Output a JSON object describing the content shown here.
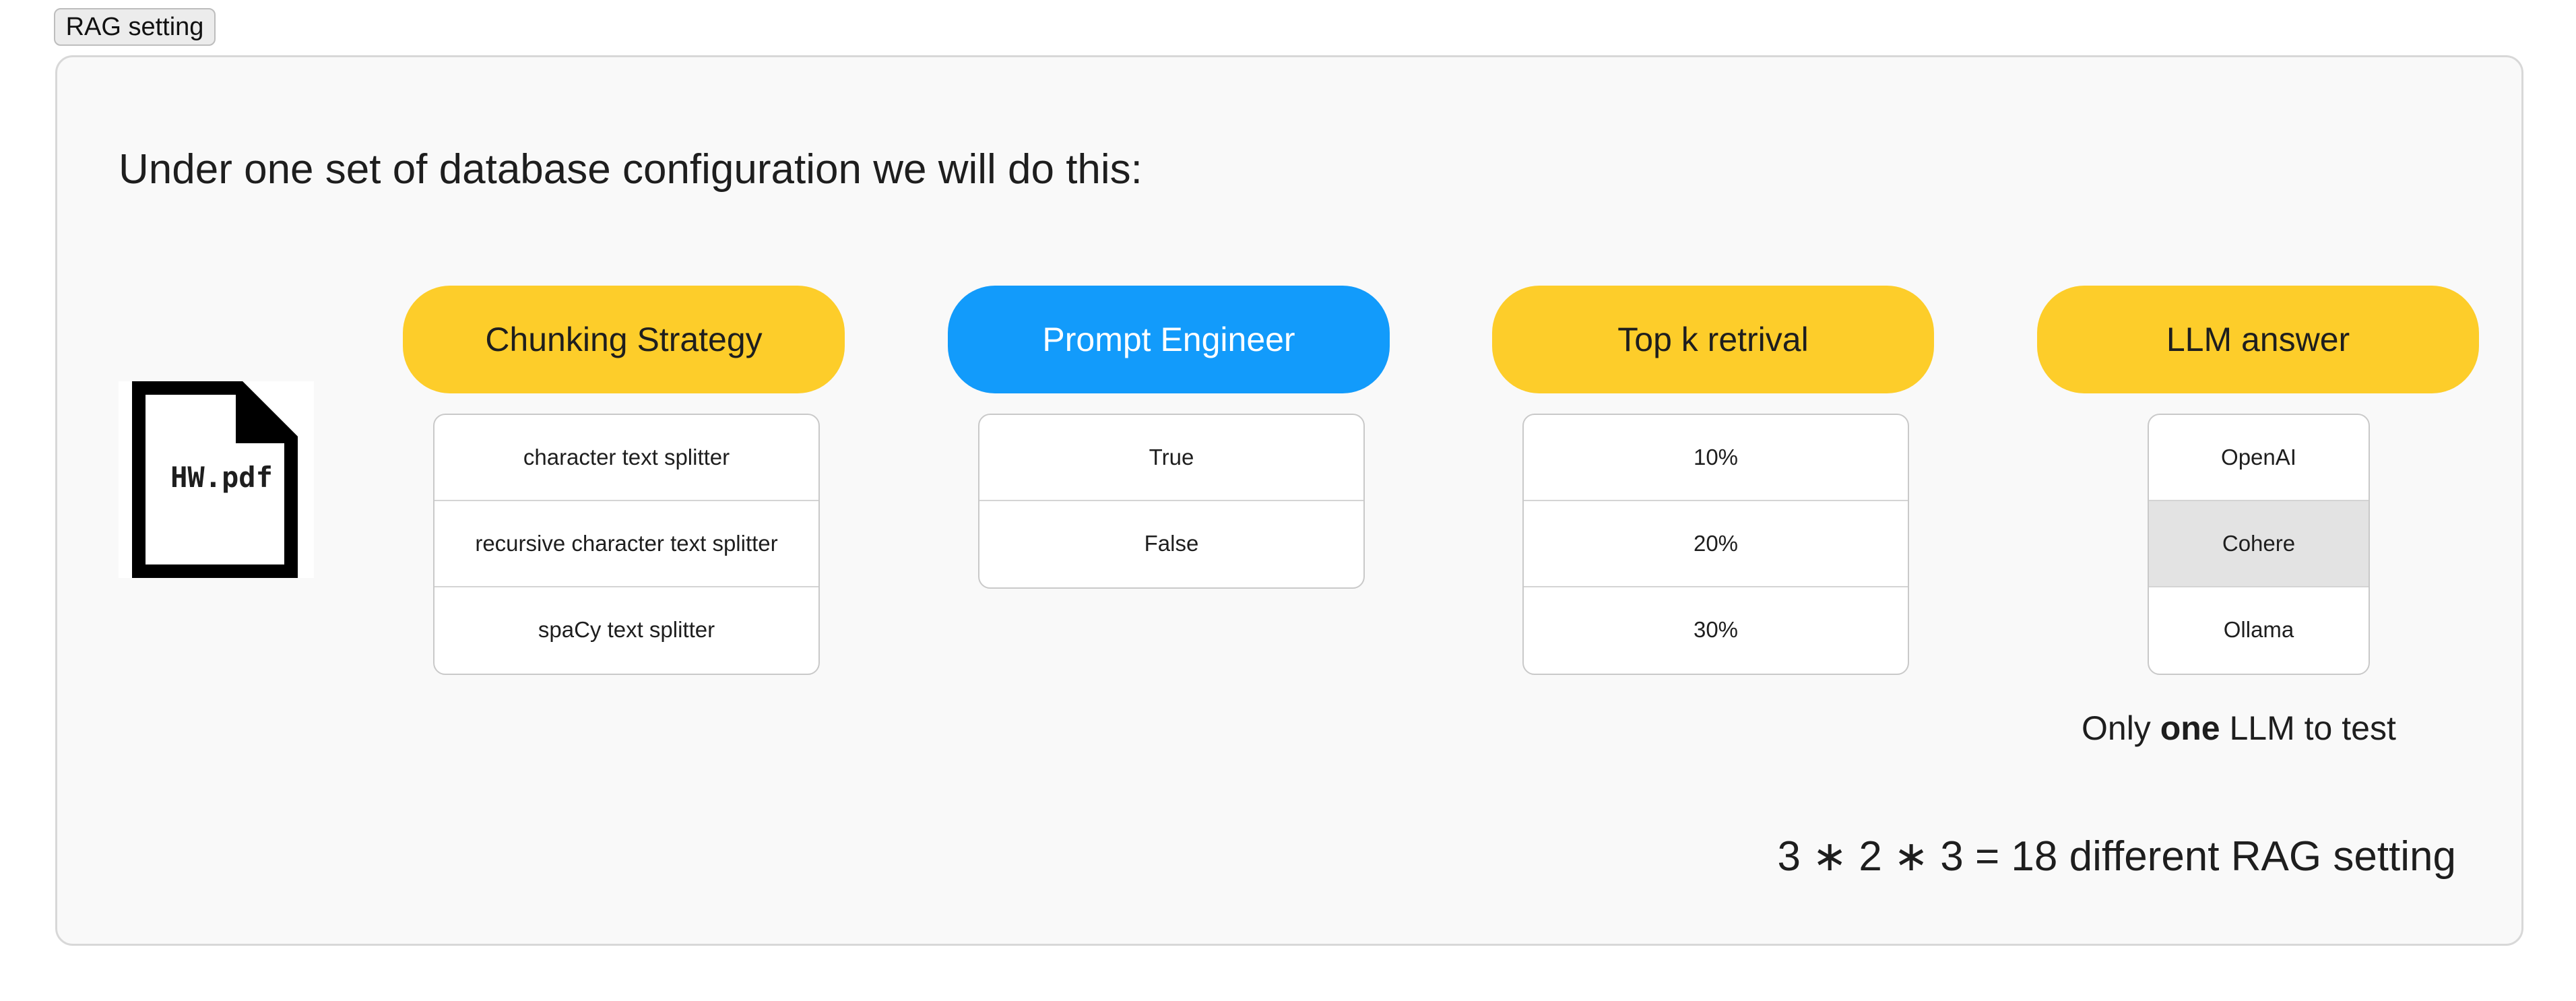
{
  "tag": "RAG setting",
  "heading": "Under one set of database configuration we will do this:",
  "file": {
    "label": "HW.pdf",
    "icon": "document-icon"
  },
  "colors": {
    "yellow": "#fdcd2a",
    "blue": "#129bfb",
    "selected_row": "#e3e3e3"
  },
  "columns": [
    {
      "header": "Chunking Strategy",
      "options": [
        "character text splitter",
        "recursive character text splitter",
        "spaCy text splitter"
      ]
    },
    {
      "header": "Prompt Engineer",
      "options": [
        "True",
        "False"
      ]
    },
    {
      "header": "Top k retrival",
      "options": [
        "10%",
        "20%",
        "30%"
      ]
    },
    {
      "header": "LLM answer",
      "options": [
        "OpenAI",
        "Cohere",
        "Ollama"
      ],
      "selected": "Cohere"
    }
  ],
  "note": {
    "before": "Only ",
    "bold": "one",
    "after": " LLM to test"
  },
  "equation": "3 ∗ 2 ∗ 3 = 18 different RAG setting"
}
